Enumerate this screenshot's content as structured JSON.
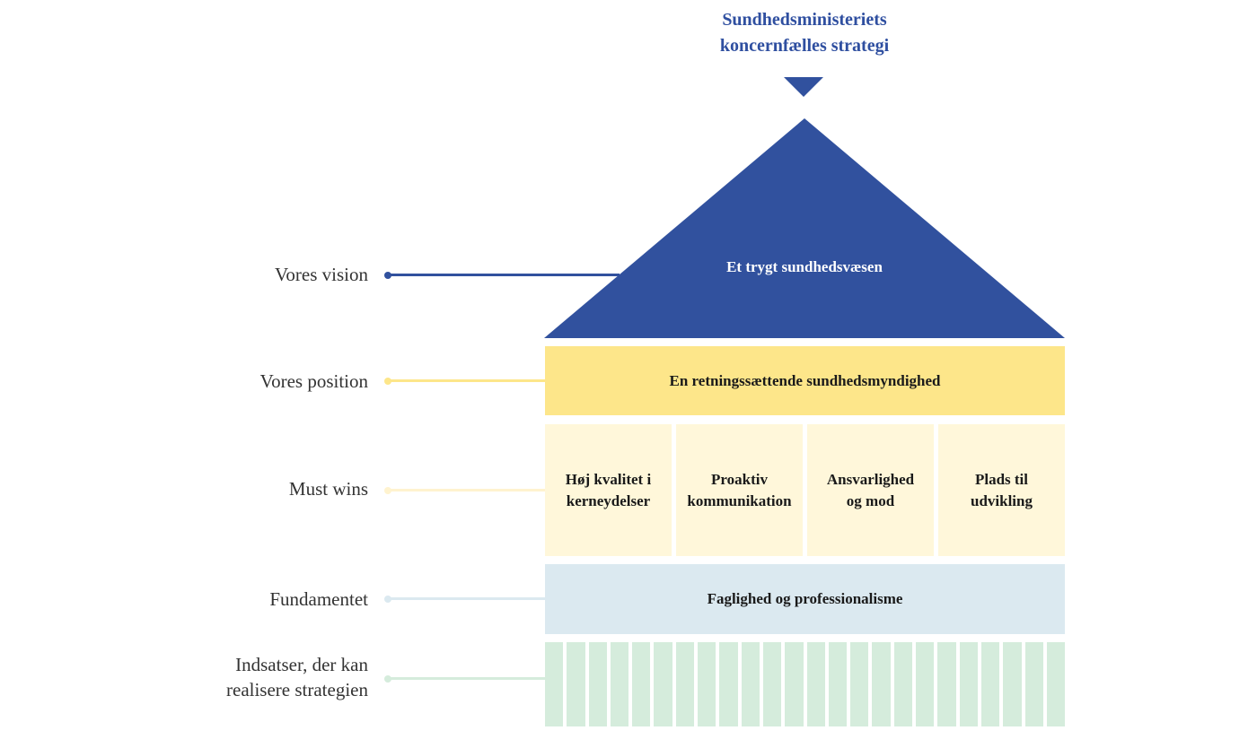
{
  "title": [
    "Sundhedsministeriets",
    "koncernfælles strategi"
  ],
  "colors": {
    "vision": "#31519e",
    "position": "#fde68a",
    "must_wins": "#fff7da",
    "fundament": "#dbe9f0",
    "indsatser": "#d5ecdc"
  },
  "rows": {
    "vision": {
      "label": "Vores vision",
      "text": "Et trygt sundhedsvæsen"
    },
    "position": {
      "label": "Vores position",
      "text": "En retningssættende sundhedsmyndighed"
    },
    "must_wins": {
      "label": "Must wins",
      "items": [
        {
          "line1": "Høj kvalitet i",
          "line2": "kerneydelser"
        },
        {
          "line1": "Proaktiv",
          "line2": "kommunikation"
        },
        {
          "line1": "Ansvarlighed",
          "line2": "og mod"
        },
        {
          "line1": "Plads til",
          "line2": "udvikling"
        }
      ]
    },
    "fundament": {
      "label": "Fundamentet",
      "text": "Faglighed og professionalisme"
    },
    "indsatser": {
      "label_line1": "Indsatser, der kan",
      "label_line2": "realisere strategien"
    }
  }
}
